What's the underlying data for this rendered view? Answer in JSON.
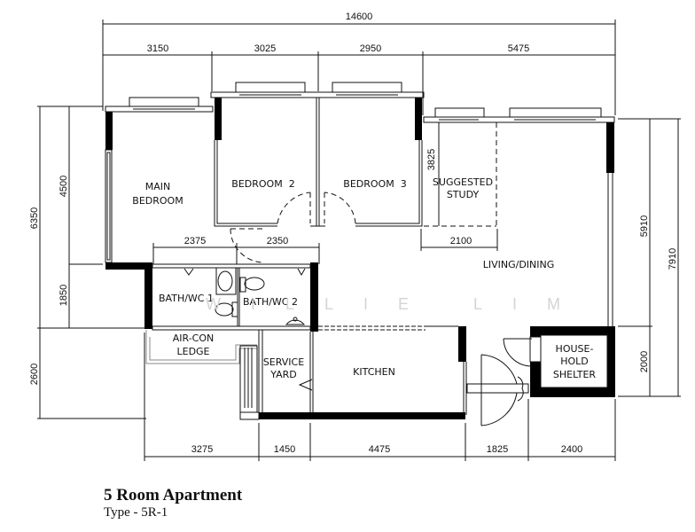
{
  "plan": {
    "title": "5 Room Apartment",
    "type": "Type - 5R-1",
    "watermark": "WILLIE LIM",
    "colors": {
      "ink": "#111111",
      "wall": "#000000",
      "watermark": "#d4d4d4",
      "background": "#ffffff"
    }
  },
  "dimensions": {
    "top_overall": "14600",
    "top": [
      "3150",
      "3025",
      "2950",
      "5475"
    ],
    "bottom": [
      "3275",
      "1450",
      "4475",
      "1825",
      "2400"
    ],
    "left_overall_upper": "6350",
    "left_lower": "2600",
    "left_inner": [
      "4500",
      "1850"
    ],
    "right_inner": [
      "5910",
      "2000"
    ],
    "right_overall": "7910",
    "bath_widths": [
      "2375",
      "2350"
    ],
    "study_width": "2100",
    "study_depth": "3825"
  },
  "rooms": {
    "main_bedroom": [
      "MAIN",
      "BEDROOM"
    ],
    "bedroom2": "BEDROOM  2",
    "bedroom3": "BEDROOM  3",
    "study": [
      "SUGGESTED",
      "STUDY"
    ],
    "living": "LIVING/DINING",
    "bath1": "BATH/WC 1",
    "bath2": "BATH/WC 2",
    "aircon": [
      "AIR-CON",
      "LEDGE"
    ],
    "service": [
      "SERVICE",
      "YARD"
    ],
    "kitchen": "KITCHEN",
    "shelter": [
      "HOUSE-",
      "HOLD",
      "SHELTER"
    ]
  }
}
